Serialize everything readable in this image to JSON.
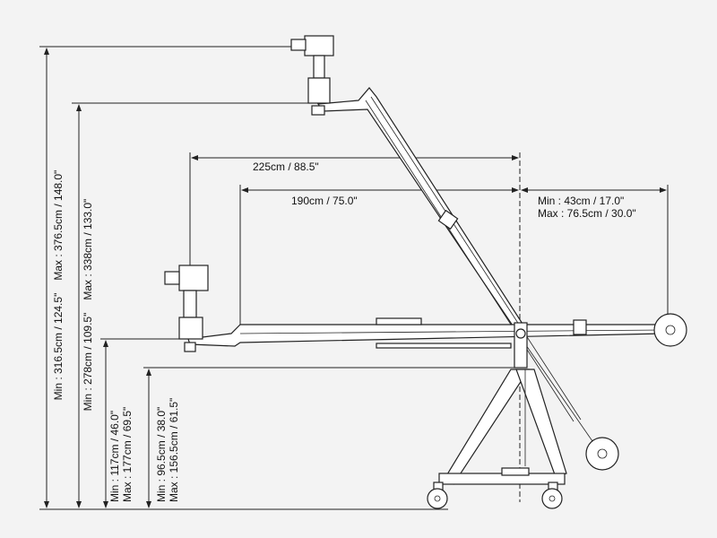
{
  "title": "Camera jib crane dimension diagram",
  "dimensions": {
    "outer_height": {
      "min": "Min  : 316.5cm / 124.5\"",
      "max": "Max : 376.5cm / 148.0\""
    },
    "pivot_height": {
      "min": "Min  : 278cm / 109.5\"",
      "max": "Max : 338cm / 133.0\""
    },
    "low_camera_height": {
      "min": "Min  : 117cm / 46.0\"",
      "max": "Max : 177cm / 69.5\""
    },
    "base_height": {
      "min": "Min  : 96.5cm / 38.0\"",
      "max": "Max : 156.5cm / 61.5\""
    },
    "reach_total": "225cm / 88.5\"",
    "reach_arm": "190cm / 75.0\"",
    "counterweight_arm": {
      "min": "Min  : 43cm / 17.0\"",
      "max": "Max : 76.5cm / 30.0\""
    }
  },
  "colors": {
    "background": "#f3f3f3",
    "line": "#222222"
  }
}
